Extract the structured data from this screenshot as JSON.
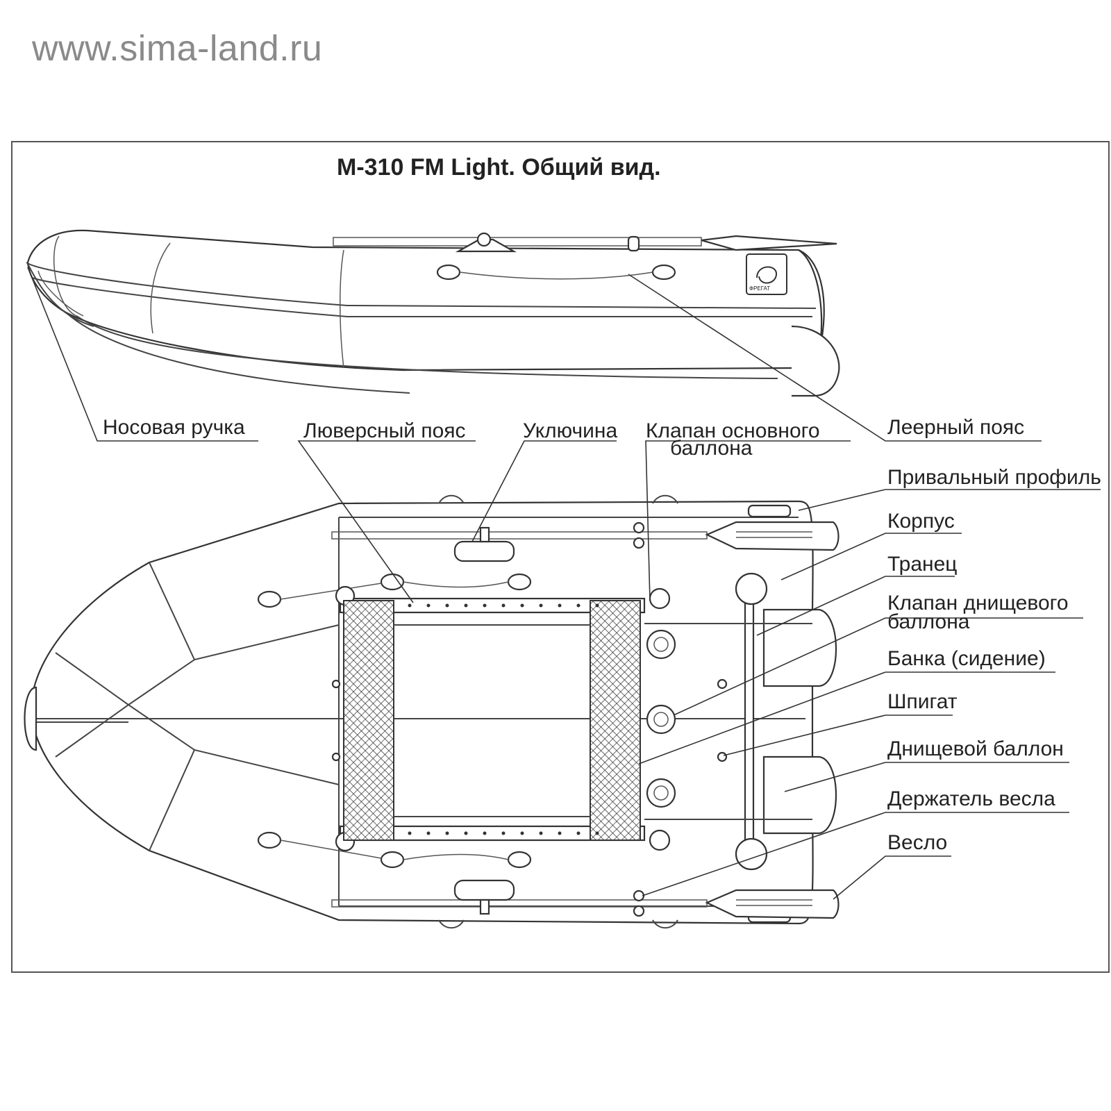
{
  "watermark": "www.sima-land.ru",
  "title": "M-310 FM Light. Общий вид.",
  "labels": {
    "nose_handle": "Носовая ручка",
    "grommet_belt": "Люверсный пояс",
    "oarlock": "Уключина",
    "main_valve_1": "Клапан основного",
    "main_valve_2": "баллона",
    "lifeline": "Леерный пояс",
    "rub_rail": "Привальный профиль",
    "hull": "Корпус",
    "transom": "Транец",
    "bottom_valve_1": "Клапан днищевого",
    "bottom_valve_2": "баллона",
    "seat": "Банка (сидение)",
    "scupper": "Шпигат",
    "bottom_tube": "Днищевой баллон",
    "oar_holder": "Держатель весла",
    "oar": "Весло"
  },
  "logo_text": "ФРЕГАТ"
}
